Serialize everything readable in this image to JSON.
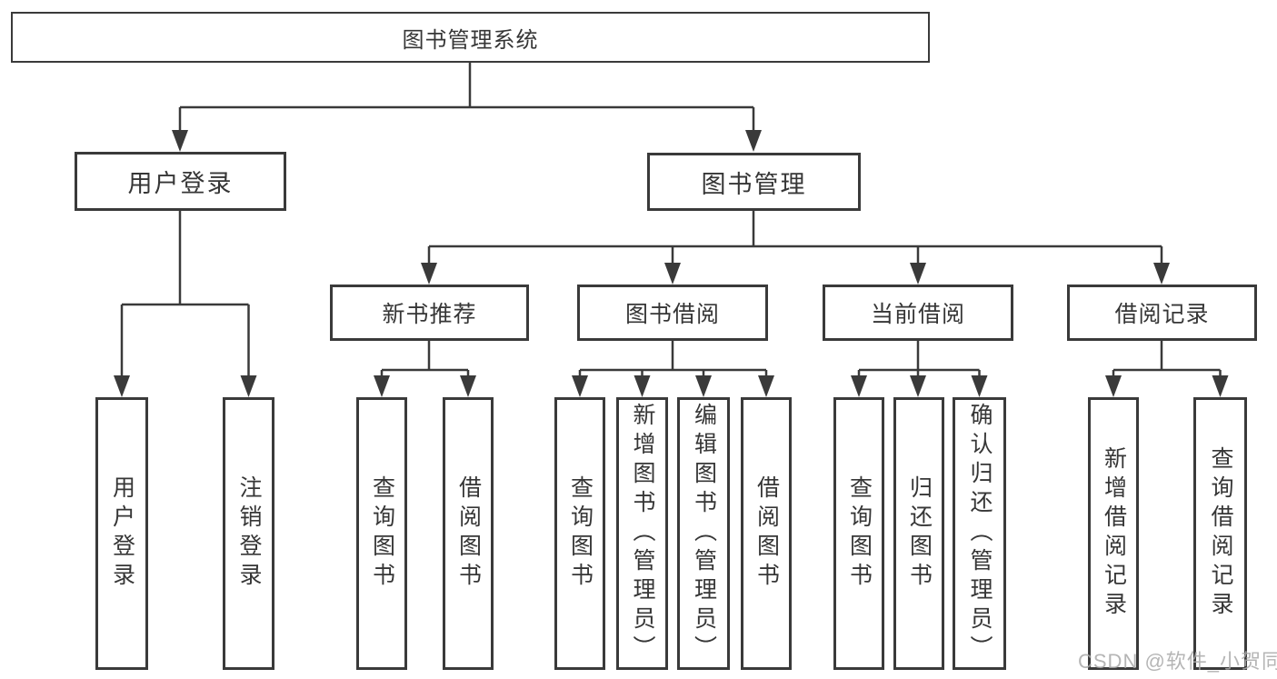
{
  "tree": {
    "root": {
      "label": "图书管理系统",
      "children": [
        {
          "label": "用户登录",
          "children": [
            {
              "label": "用户登录"
            },
            {
              "label": "注销登录"
            }
          ]
        },
        {
          "label": "图书管理",
          "children": [
            {
              "label": "新书推荐",
              "children": [
                {
                  "label": "查询图书"
                },
                {
                  "label": "借阅图书"
                }
              ]
            },
            {
              "label": "图书借阅",
              "children": [
                {
                  "label": "查询图书"
                },
                {
                  "label": "新增图书（管理员）"
                },
                {
                  "label": "编辑图书（管理员）"
                },
                {
                  "label": "借阅图书"
                }
              ]
            },
            {
              "label": "当前借阅",
              "children": [
                {
                  "label": "查询图书"
                },
                {
                  "label": "归还图书"
                },
                {
                  "label": "确认归还（管理员）"
                }
              ]
            },
            {
              "label": "借阅记录",
              "children": [
                {
                  "label": "新增借阅记录"
                },
                {
                  "label": "查询借阅记录"
                }
              ]
            }
          ]
        }
      ]
    }
  },
  "watermark": {
    "text": "CSDN @软件_小贺同学"
  },
  "colors": {
    "line": "#3a3a3a",
    "text": "#363636",
    "box_background": "#ffffff",
    "watermark": "#a8a8a8"
  }
}
